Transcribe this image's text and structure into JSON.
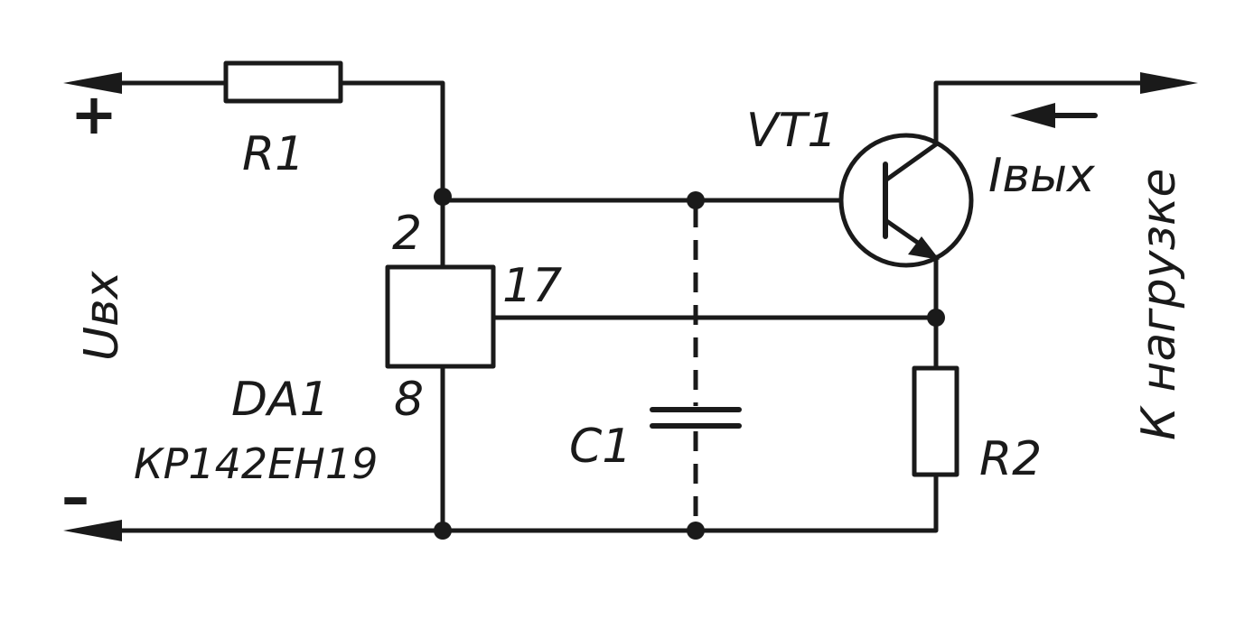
{
  "labels": {
    "plus": "+",
    "minus": "–",
    "r1": "R1",
    "r2": "R2",
    "c1": "C1",
    "vt1": "VT1",
    "da1": "DA1",
    "da1_part": "КР142ЕН19",
    "pin2": "2",
    "pin8": "8",
    "pin17": "17",
    "u_in": "Uвх",
    "i_out": "Iвых",
    "to_load": "К нагрузке"
  }
}
